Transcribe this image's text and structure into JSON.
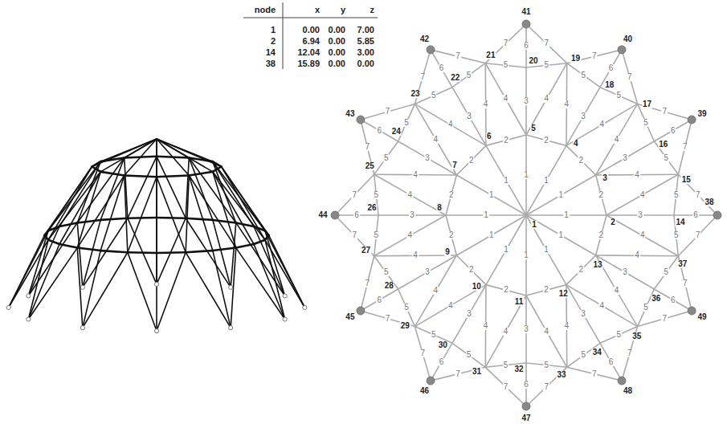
{
  "diagram": {
    "labels": [
      "node",
      "x",
      "y",
      "z",
      "1",
      "0.00",
      "0.00",
      "7.00",
      "2",
      "6.94",
      "0.00",
      "5.85",
      "14",
      "12.04",
      "0.00",
      "3.00",
      "38",
      "15.89",
      "0.00",
      "0.00",
      "1",
      "2",
      "3",
      "4",
      "5",
      "6",
      "7",
      "8",
      "9",
      "10",
      "11",
      "12",
      "13",
      "14",
      "15",
      "16",
      "17",
      "18",
      "19",
      "20",
      "21",
      "22",
      "23",
      "24",
      "25",
      "26",
      "27",
      "28",
      "29",
      "30",
      "31",
      "32",
      "33",
      "34",
      "35",
      "36",
      "37",
      "38",
      "39",
      "40",
      "41",
      "42",
      "43",
      "44",
      "45",
      "46",
      "47",
      "48",
      "49",
      "1",
      "1",
      "1",
      "1",
      "1",
      "1",
      "1",
      "1",
      "1",
      "1",
      "1",
      "1",
      "2",
      "2",
      "2",
      "2",
      "2",
      "2",
      "2",
      "2",
      "2",
      "2",
      "2",
      "2",
      "3",
      "3",
      "3",
      "3",
      "3",
      "3",
      "3",
      "3",
      "3",
      "3",
      "3",
      "3",
      "4",
      "4",
      "4",
      "4",
      "4",
      "4",
      "4",
      "4",
      "4",
      "4",
      "4",
      "4",
      "4",
      "4",
      "4",
      "4",
      "4",
      "4",
      "4",
      "4",
      "4",
      "4",
      "4",
      "4",
      "5",
      "5",
      "5",
      "5",
      "5",
      "5",
      "5",
      "5",
      "5",
      "5",
      "5",
      "5",
      "5",
      "5",
      "5",
      "5",
      "5",
      "5",
      "5",
      "5",
      "5",
      "5",
      "5",
      "5",
      "6",
      "6",
      "6",
      "6",
      "6",
      "6",
      "6",
      "6",
      "6",
      "6",
      "6",
      "6",
      "7",
      "7",
      "7",
      "7",
      "7",
      "7",
      "7",
      "7",
      "7",
      "7",
      "7",
      "7",
      "7",
      "7",
      "7",
      "7",
      "7",
      "7",
      "7",
      "7",
      "7",
      "7",
      "7",
      "7"
    ]
  }
}
